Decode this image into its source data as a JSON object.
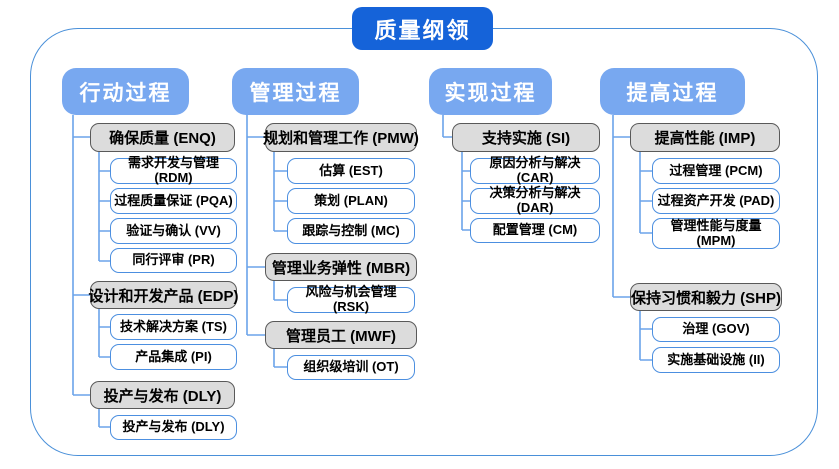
{
  "title": "质量纲领",
  "columns": [
    {
      "header": "行动过程",
      "groups": [
        {
          "label": "确保质量 (ENQ)",
          "children": [
            "需求开发与管理 (RDM)",
            "过程质量保证 (PQA)",
            "验证与确认 (VV)",
            "同行评审 (PR)"
          ]
        },
        {
          "label": "设计和开发产品 (EDP)",
          "children": [
            "技术解决方案 (TS)",
            "产品集成 (PI)"
          ]
        },
        {
          "label": "投产与发布 (DLY)",
          "children": [
            "投产与发布 (DLY)"
          ]
        }
      ]
    },
    {
      "header": "管理过程",
      "groups": [
        {
          "label": "规划和管理工作 (PMW)",
          "children": [
            "估算 (EST)",
            "策划 (PLAN)",
            "跟踪与控制 (MC)"
          ]
        },
        {
          "label": "管理业务弹性 (MBR)",
          "children": [
            "风险与机会管理 (RSK)"
          ]
        },
        {
          "label": "管理员工 (MWF)",
          "children": [
            "组织级培训 (OT)"
          ]
        }
      ]
    },
    {
      "header": "实现过程",
      "groups": [
        {
          "label": "支持实施 (SI)",
          "children": [
            "原因分析与解决 (CAR)",
            "决策分析与解决 (DAR)",
            "配置管理 (CM)"
          ]
        }
      ]
    },
    {
      "header": "提高过程",
      "groups": [
        {
          "label": "提高性能 (IMP)",
          "children": [
            "过程管理 (PCM)",
            "过程资产开发 (PAD)",
            "管理性能与度量 (MPM)"
          ]
        },
        {
          "label": "保持习惯和毅力 (SHP)",
          "children": [
            "治理 (GOV)",
            "实施基础设施 (II)"
          ]
        }
      ]
    }
  ],
  "colors": {
    "title_bg": "#1563d9",
    "header_bg": "#78a8f0",
    "group_fill": "#dcdcdc",
    "group_border": "#595959",
    "leaf_border": "#4c8fe0",
    "connector": "#6ba3ea",
    "container_border": "#4a90d9"
  }
}
